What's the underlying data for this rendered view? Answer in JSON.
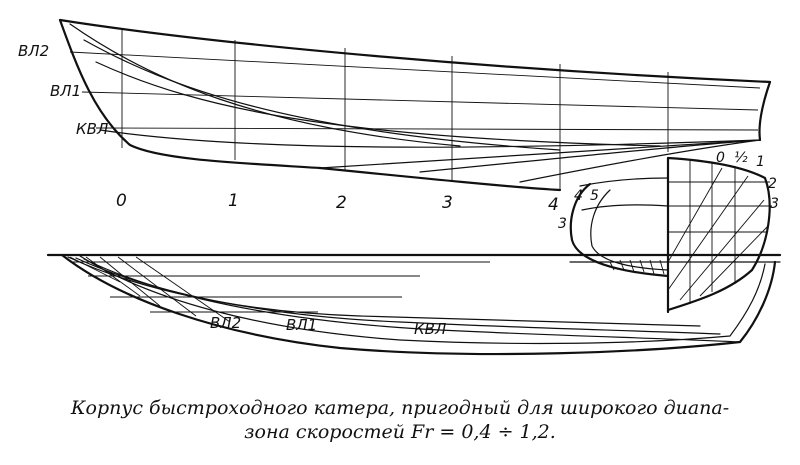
{
  "profile_labels": {
    "wl2": "ВЛ2",
    "wl1": "ВЛ1",
    "kwl": "КВЛ"
  },
  "station_labels": [
    "0",
    "1",
    "2",
    "3",
    "4"
  ],
  "body_plan_labels": {
    "top_zero": "0",
    "top_half": "½",
    "top_one": "1",
    "right_two": "2",
    "right_three": "3",
    "left_four": "4",
    "left_five": "5",
    "left_three": "3"
  },
  "plan_labels": {
    "wl2": "ВЛ2",
    "wl1": "ВЛ1",
    "kwl": "КВЛ"
  },
  "caption": {
    "line1": "Корпус быстроходного катера, пригодный для широкого диапа-",
    "line2": "зона скоростей Fr = 0,4 ÷ 1,2."
  }
}
